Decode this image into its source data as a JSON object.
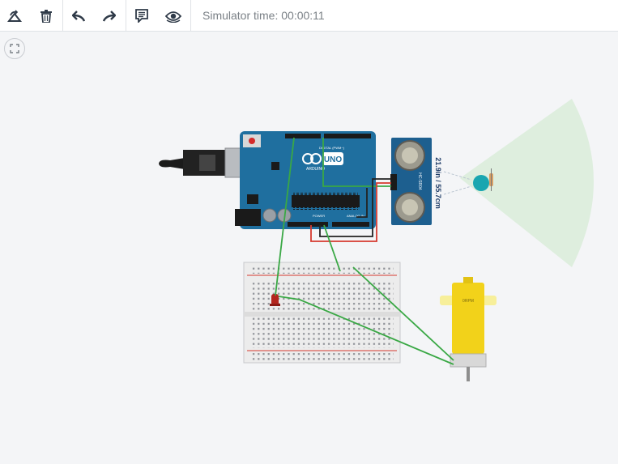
{
  "toolbar": {
    "rotate_icon": "rotate-icon",
    "delete_icon": "trash-icon",
    "undo_icon": "undo-icon",
    "redo_icon": "redo-icon",
    "notes_icon": "notes-icon",
    "visibility_icon": "eye-icon",
    "sim_time_label": "Simulator time: 00:00:11"
  },
  "canvas": {
    "fit_icon": "fit-to-view-icon",
    "arduino": {
      "brand": "ARDUINO",
      "model": "UNO",
      "digital_label": "DIGITAL (PWM~)",
      "power_label": "POWER",
      "analog_label": "ANALOG IN"
    },
    "ultrasonic": {
      "model": "HC-SR04",
      "reading": "21.9in / 55.7cm"
    },
    "motor": {
      "speed": "0RPM"
    },
    "colors": {
      "arduino_board": "#1f6f9f",
      "sensor_board": "#1d5f8f",
      "wire_green": "#3aa845",
      "wire_red": "#d63a2f",
      "wire_black": "#222222",
      "motor_yellow": "#f2d21a",
      "sensor_cone": "#d9ecd9",
      "target_ball": "#19a6b0",
      "led_red": "#b3261e"
    }
  }
}
